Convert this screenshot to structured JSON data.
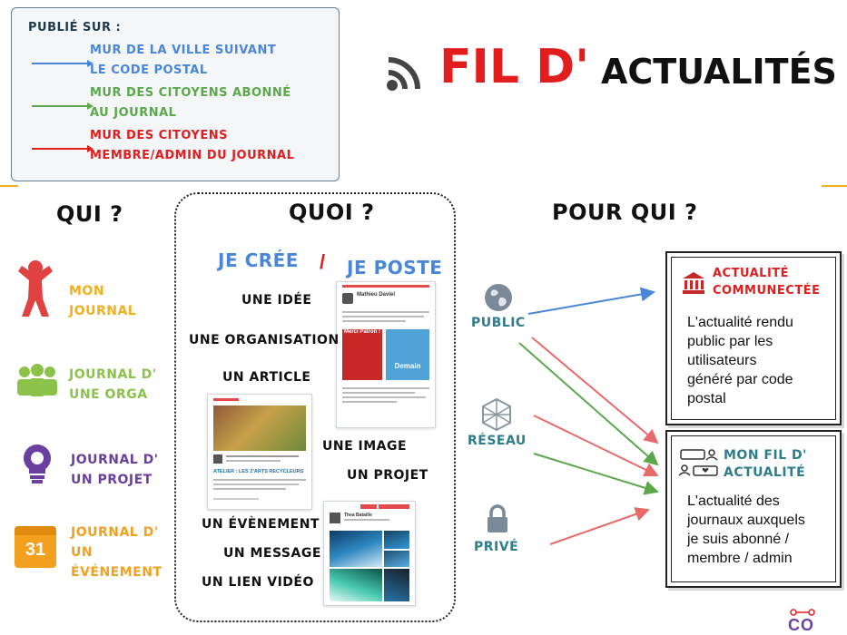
{
  "legend": {
    "title": "Publié sur :",
    "items": [
      {
        "line1": "Mur de la ville suivant",
        "line2": "le code postal",
        "color": "#4a86d8"
      },
      {
        "line1": "Mur des Citoyens abonné",
        "line2": "au journal",
        "color": "#5aa84a"
      },
      {
        "line1": "Mur des Citoyens",
        "line2": "Membre/Admin du journal",
        "color": "#e21d1d"
      }
    ]
  },
  "title": {
    "part1": "Fil d'",
    "part2": "Actualités"
  },
  "columns": {
    "qui": "Qui ?",
    "quoi": "Quoi ?",
    "pour_qui": "Pour qui ?"
  },
  "qui": [
    {
      "line1": "Mon",
      "line2": "journal",
      "color": "#f2b01e",
      "icon": "person-icon"
    },
    {
      "line1": "Journal d'",
      "line2": "une orga",
      "color": "#8bc34a",
      "icon": "group-icon"
    },
    {
      "line1": "Journal d'",
      "line2": "un projet",
      "color": "#6a3fa0",
      "icon": "lightbulb-icon"
    },
    {
      "line1": "Journal d'",
      "line2": "un",
      "line3": "événement",
      "color": "#f2a01e",
      "icon": "calendar-icon",
      "calendar_day": "31"
    }
  ],
  "quoi": {
    "je_cree": "Je crée",
    "slash": "/",
    "je_poste": "Je poste",
    "items": [
      "Une idée",
      "Une organisation",
      "Un article",
      "Une image",
      "Un projet",
      "Un évènement",
      "Un Message",
      "Un lien vidéo"
    ]
  },
  "channels": [
    {
      "label": "Public",
      "icon": "globe-icon"
    },
    {
      "label": "Réseau",
      "icon": "network-icon"
    },
    {
      "label": "Privé",
      "icon": "lock-icon"
    }
  ],
  "box1": {
    "title_line1": "Actualité",
    "title_line2": "communectée",
    "text": [
      "L'actualité rendu",
      "public par les",
      "utilisateurs",
      "généré par code",
      "postal"
    ]
  },
  "box2": {
    "title_line1": "Mon fil d'",
    "title_line2": "actualité",
    "text": [
      "L'actualité des",
      "journaux auxquels",
      "je suis abonné /",
      "membre / admin"
    ]
  },
  "screens": {
    "post1_name": "Mathieu Daviel",
    "poster1": "Merci Patron !",
    "poster2": "Demain",
    "article_title": "ATELIER : LES Z'ARTS RECYCLEURS",
    "post3_name": "Thea Bataille"
  },
  "brand": "CO",
  "colors": {
    "red": "#e21d1d",
    "green": "#5aa84a",
    "blue": "#4a86d8",
    "yellow": "#f2b01e",
    "purple": "#6a3fa0",
    "teal": "#2e7d8c"
  }
}
